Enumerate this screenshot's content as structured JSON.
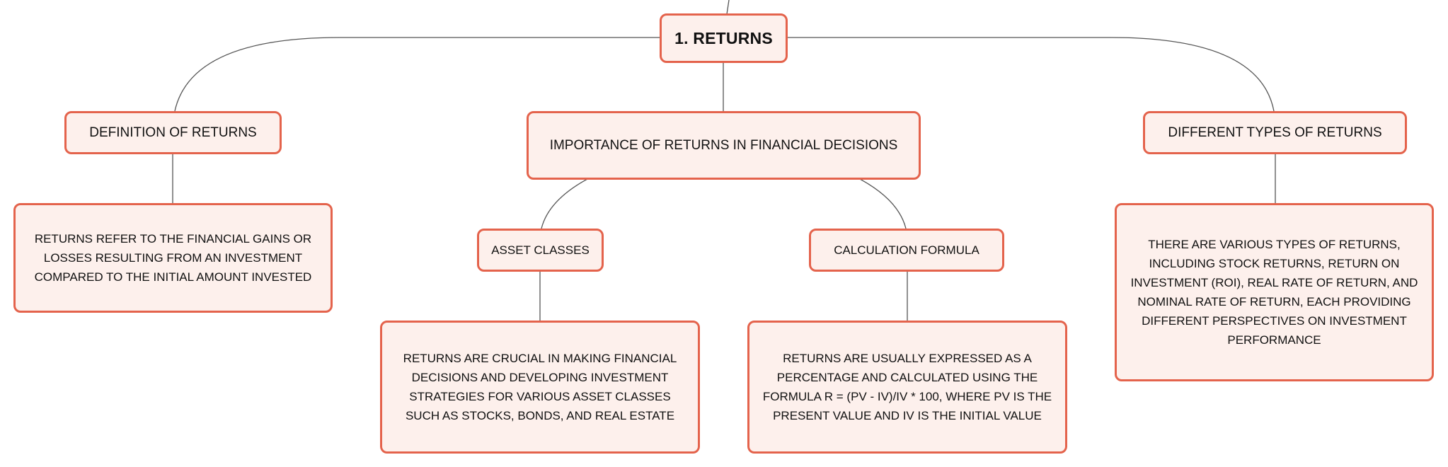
{
  "colors": {
    "node_fill": "#fdf0ec",
    "node_border": "#e4634c",
    "connector": "#555555",
    "text": "#111111"
  },
  "root": {
    "label": "1. RETURNS"
  },
  "topics": {
    "definition": {
      "label": "DEFINITION OF RETURNS",
      "detail": "RETURNS REFER TO THE FINANCIAL GAINS OR LOSSES RESULTING FROM AN INVESTMENT COMPARED TO THE INITIAL AMOUNT INVESTED"
    },
    "importance": {
      "label": "IMPORTANCE OF RETURNS IN FINANCIAL DECISIONS",
      "asset_classes": {
        "label": "ASSET CLASSES",
        "detail": "RETURNS ARE CRUCIAL IN MAKING FINANCIAL DECISIONS AND DEVELOPING INVESTMENT STRATEGIES FOR VARIOUS ASSET CLASSES SUCH AS STOCKS, BONDS, AND REAL ESTATE"
      },
      "calculation": {
        "label": "CALCULATION FORMULA",
        "detail": "RETURNS ARE USUALLY EXPRESSED AS A PERCENTAGE AND CALCULATED USING THE FORMULA R = (PV - IV)/IV * 100, WHERE PV IS THE PRESENT VALUE AND IV IS THE INITIAL VALUE"
      }
    },
    "types": {
      "label": "DIFFERENT TYPES OF RETURNS",
      "detail": "THERE ARE VARIOUS TYPES OF RETURNS, INCLUDING STOCK RETURNS, RETURN ON INVESTMENT (ROI), REAL RATE OF RETURN, AND NOMINAL RATE OF RETURN, EACH PROVIDING DIFFERENT PERSPECTIVES ON INVESTMENT PERFORMANCE"
    }
  }
}
